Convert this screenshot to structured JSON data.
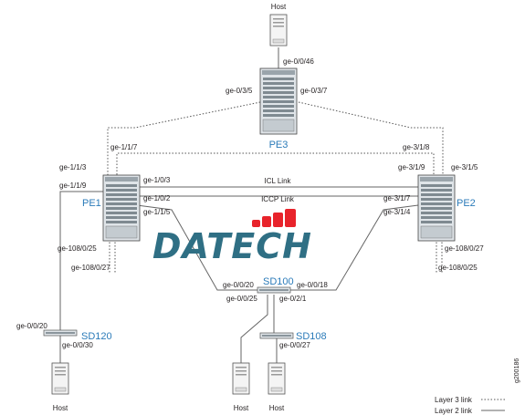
{
  "nodes": {
    "pe3": "PE3",
    "pe1": "PE1",
    "pe2": "PE2",
    "sd100": "SD100",
    "sd120": "SD120",
    "sd108": "SD108"
  },
  "hosts": {
    "top": "Host",
    "left": "Host",
    "mid1": "Host",
    "mid2": "Host"
  },
  "ports": {
    "pe3_host": "ge-0/0/46",
    "pe3_left": "ge-0/3/5",
    "pe3_right": "ge-0/3/7",
    "pe1_top": "ge-1/1/7",
    "pe1_left": "ge-1/1/3",
    "pe1_sd120": "ge-1/1/9",
    "pe1_icl": "ge-1/0/3",
    "pe1_iccp": "ge-1/0/2",
    "pe1_sd100": "ge-1/1/5",
    "pe1_down1": "ge-108/0/25",
    "pe1_down2": "ge-108/0/27",
    "pe2_top": "ge-3/1/8",
    "pe2_left": "ge-3/1/9",
    "pe2_right": "ge-3/1/5",
    "pe2_iccp": "ge-3/1/7",
    "pe2_sd100": "ge-3/1/4",
    "pe2_down1": "ge-108/0/27",
    "pe2_down2": "ge-108/0/25",
    "sd100_pe1": "ge-0/0/20",
    "sd100_pe2": "ge-0/0/18",
    "sd100_h1": "ge-0/0/25",
    "sd100_sd108": "ge-0/2/1",
    "sd120_pe1": "ge-0/0/20",
    "sd120_host": "ge-0/0/30",
    "sd108_host": "ge-0/0/27"
  },
  "links": {
    "icl": "ICL Link",
    "iccp": "ICCP Link"
  },
  "legend": {
    "layer3": "Layer 3 link",
    "layer2": "Layer 2 link"
  },
  "logo": {
    "text": "DATECH",
    "color": "#2f6f84",
    "accent": "#e8232b"
  },
  "figure_id": "g200186"
}
